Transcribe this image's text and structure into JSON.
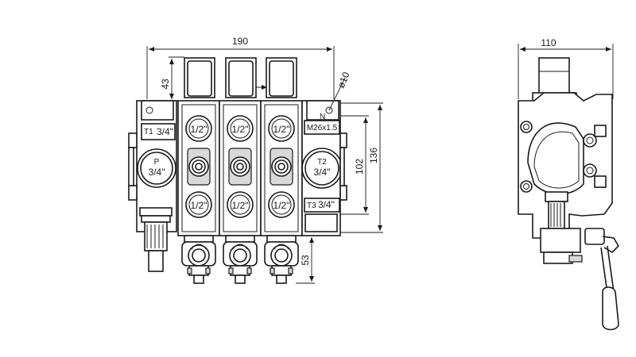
{
  "front_view": {
    "dim_overall_width": "190",
    "dim_section_spacing": "43",
    "dim_spool_cap_height": "43",
    "dim_port_height": "102",
    "dim_overall_height": "136",
    "dim_lever_height": "53",
    "dim_mount_hole": "ø10",
    "port_inlet_name": "P",
    "port_inlet_size": "3/4\"",
    "port_t1_name": "T1",
    "port_t1_size": "3/4\"",
    "port_t2_name": "T2",
    "port_t2_size": "3/4\"",
    "port_t3_name": "T3",
    "port_t3_size": "3/4\"",
    "port_n_name": "N",
    "port_n_thread": "M26x1.5",
    "work_port_size": "1/2\""
  },
  "side_view": {
    "dim_width": "110"
  }
}
